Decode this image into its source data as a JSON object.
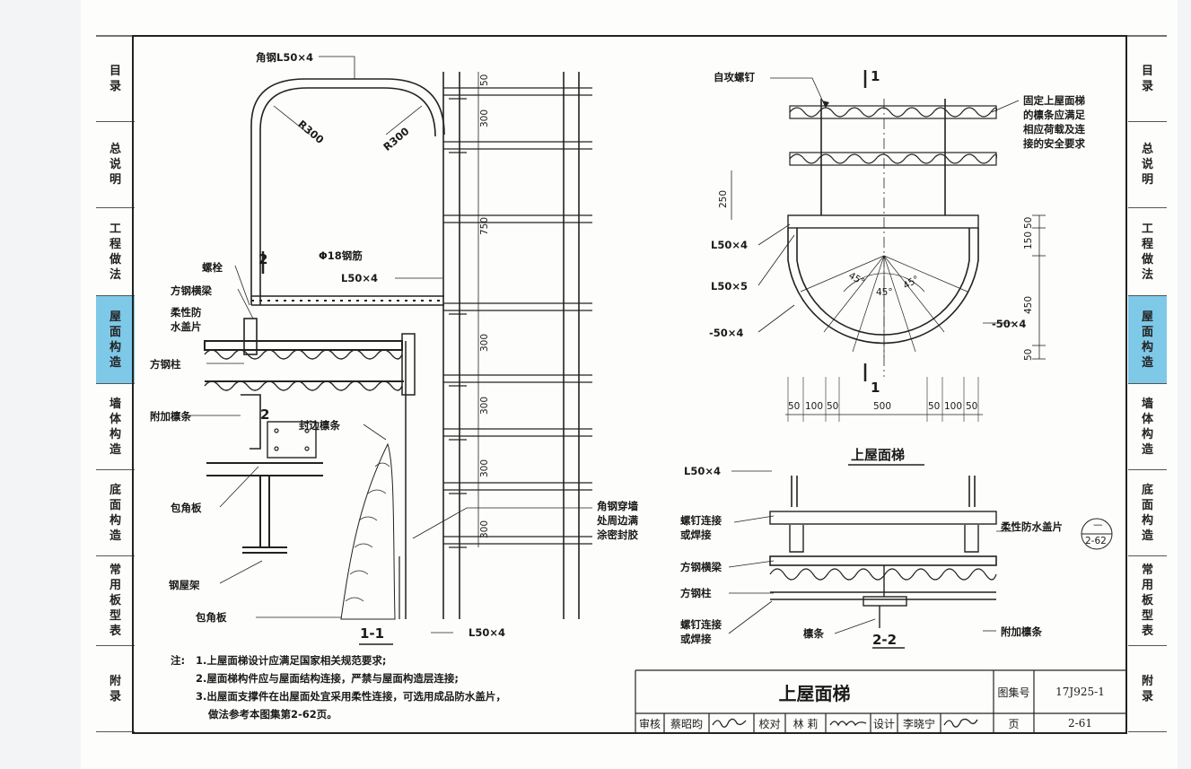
{
  "side_tabs": {
    "left": [
      {
        "label": "目录",
        "active": false
      },
      {
        "label": "总说明",
        "active": false
      },
      {
        "label": "工程做法",
        "active": false
      },
      {
        "label": "屋面构造",
        "active": true
      },
      {
        "label": "墙体构造",
        "active": false
      },
      {
        "label": "底面构造",
        "active": false
      },
      {
        "label": "常用板型表",
        "active": false
      },
      {
        "label": "附录",
        "active": false
      }
    ],
    "right": [
      {
        "label": "目录",
        "active": false
      },
      {
        "label": "总说明",
        "active": false
      },
      {
        "label": "工程做法",
        "active": false
      },
      {
        "label": "屋面构造",
        "active": true
      },
      {
        "label": "墙体构造",
        "active": false
      },
      {
        "label": "底面构造",
        "active": false
      },
      {
        "label": "常用板型表",
        "active": false
      },
      {
        "label": "附录",
        "active": false
      }
    ]
  },
  "section_1_1": {
    "title": "1-1",
    "labels": {
      "angle_top": "角钢L50×4",
      "r_left": "R300",
      "r_right": "R300",
      "section2_mark": "2",
      "rebar": "Φ18钢筋",
      "l50x4_mid": "L50×4",
      "bolt": "螺栓",
      "square_beam": "方钢横梁",
      "flex_cap_1": "柔性防",
      "flex_cap_2": "水盖片",
      "square_col": "方钢柱",
      "extra_purlin": "附加檩条",
      "section2_mark_b": "2",
      "edge_purlin": "封边檩条",
      "corner_plate_1": "包角板",
      "steel_frame": "钢屋架",
      "corner_plate_2": "包角板",
      "l50x4_bottom": "L50×4",
      "seal_1": "角钢穿墙",
      "seal_2": "处周边满",
      "seal_3": "涂密封胶"
    },
    "dims": [
      "50",
      "300",
      "750",
      "300",
      "300",
      "300",
      "300"
    ]
  },
  "plan_view": {
    "title": "上屋面梯",
    "labels": {
      "screw": "自攻螺钉",
      "sec_mark_top": "1",
      "sec_mark_bottom": "1",
      "note_1": "固定上屋面梯",
      "note_2": "的檩条应满足",
      "note_3": "相应荷载及连",
      "note_4": "接的安全要求",
      "l50x4": "L50×4",
      "l50x5": "L50×5",
      "flat_left": "-50×4",
      "flat_right": "-50×4",
      "angle_1": "45°",
      "angle_2": "45°",
      "angle_3": "45°"
    },
    "dims_vertical": [
      "250",
      "50",
      "150",
      "450",
      "50"
    ],
    "dims_horizontal": [
      "50",
      "100",
      "50",
      "500",
      "50",
      "100",
      "50"
    ]
  },
  "section_2_2": {
    "title": "2-2",
    "labels": {
      "l50x4": "L50×4",
      "screw_weld_1a": "螺钉连接",
      "screw_weld_1b": "或焊接",
      "square_beam": "方钢横梁",
      "square_col": "方钢柱",
      "screw_weld_2a": "螺钉连接",
      "screw_weld_2b": "或焊接",
      "purlin": "檩条",
      "flex_cap": "柔性防水盖片",
      "ref_top": "—",
      "ref_bottom": "2-62",
      "extra_purlin": "附加檩条"
    }
  },
  "notes": {
    "prefix": "注:",
    "items": [
      "1.上屋面梯设计应满足国家相关规范要求;",
      "2.屋面梯构件应与屋面结构连接，严禁与屋面构造层连接;",
      "3.出屋面支撑件在出屋面处宜采用柔性连接，可选用成品防水盖片，",
      "做法参考本图集第2-62页。"
    ]
  },
  "title_block": {
    "title": "上屋面梯",
    "atlas_label": "图集号",
    "atlas_no": "17J925-1",
    "review_label": "审核",
    "reviewer": "蔡昭昀",
    "check_label": "校对",
    "checker": "林 莉",
    "design_label": "设计",
    "designer": "李晓宁",
    "page_label": "页",
    "page_no": "2-61"
  }
}
